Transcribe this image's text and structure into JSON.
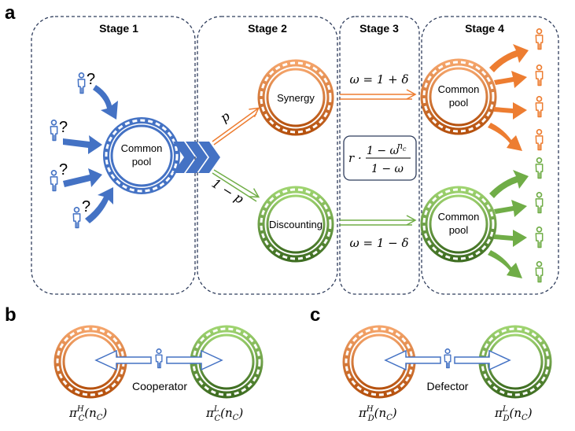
{
  "panels": {
    "a": "a",
    "b": "b",
    "c": "c"
  },
  "stages": [
    "Stage 1",
    "Stage 2",
    "Stage 3",
    "Stage 4"
  ],
  "stage1": {
    "pool_line1": "Common",
    "pool_line2": "pool",
    "question_mark": "?"
  },
  "stage2": {
    "prob_top": "p",
    "prob_bottom": "1 − p",
    "synergy": "Synergy",
    "discounting": "Discounting"
  },
  "stage3": {
    "omega_synergy": "ω = 1 + δ",
    "omega_discount": "ω = 1 − δ",
    "formula_prefix": "r ·",
    "formula_numerator": "1 − ω",
    "formula_numerator_exp": "n",
    "formula_numerator_exp_sub": "c",
    "formula_denominator": "1 − ω"
  },
  "stage4": {
    "pool_line1": "Common",
    "pool_line2": "pool"
  },
  "panel_b": {
    "label": "Cooperator",
    "payoff_h": "π",
    "payoff_h_sup": "H",
    "payoff_h_sub": "C",
    "payoff_h_arg": "(n",
    "payoff_h_arg_sub": "C",
    "payoff_h_close": ")",
    "payoff_l": "π",
    "payoff_l_sup": "L",
    "payoff_l_sub": "C",
    "payoff_l_arg": "(n",
    "payoff_l_arg_sub": "C",
    "payoff_l_close": ")"
  },
  "panel_c": {
    "label": "Defector",
    "payoff_h": "π",
    "payoff_h_sup": "H",
    "payoff_h_sub": "D",
    "payoff_h_arg": "(n",
    "payoff_h_arg_sub": "C",
    "payoff_h_close": ")",
    "payoff_l": "π",
    "payoff_l_sup": "L",
    "payoff_l_sub": "D",
    "payoff_l_arg": "(n",
    "payoff_l_arg_sub": "C",
    "payoff_l_close": ")"
  },
  "colors": {
    "blue": "#4472c4",
    "orange": "#ed7d31",
    "orange_dark": "#c55a11",
    "green": "#70ad47",
    "green_dark": "#548235",
    "frame": "#2f3d5c"
  }
}
